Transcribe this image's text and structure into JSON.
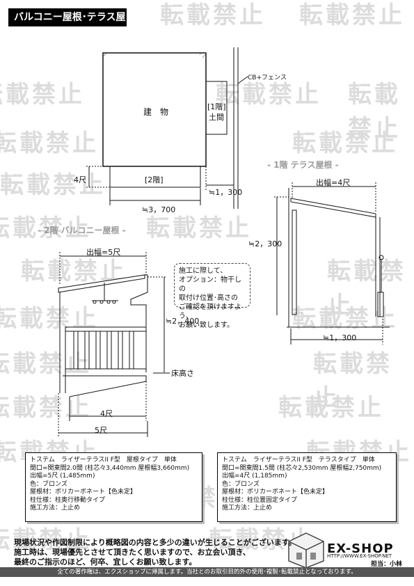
{
  "header": {
    "title": "バルコニー屋根･テラス屋根"
  },
  "watermark": {
    "text": "転載禁止"
  },
  "sections": {
    "terrace": "- 1階 テラス屋根 -",
    "balcony": "- 2階 バルコニー屋根 -"
  },
  "plan": {
    "building": "建　物",
    "first_floor": "[1階]",
    "dirt_floor": "土間",
    "second_floor": "[2階]",
    "fence": "CB+フェンス",
    "dim_4shaku": "4尺",
    "dim_width": "≒3，700",
    "dim_1300": "≒1，300"
  },
  "terrace": {
    "projection": "出幅=4尺",
    "height": "≒2，300",
    "bottom": "≒1，300"
  },
  "balcony": {
    "projection": "出幅=5尺",
    "height": "≒2，400",
    "floor_height": "床高さ",
    "dim_4shaku": "4尺",
    "dim_5shaku": "5尺"
  },
  "note": {
    "lines": [
      "施工に際して、",
      "オプション：物干しの",
      "取付け位置･高さの",
      "ご確認を頂けますよう、",
      "お願い致します。"
    ]
  },
  "spec_left": {
    "lines": [
      "トステム　ライザーテラスII F型　屋根タイプ　単体",
      "間口=関東間2.0間 (柱芯々3,440mm 屋根幅3,660mm)",
      "出幅=5尺 (1,485mm)",
      "色：ブロンズ",
      "屋根材：ポリカーボネート【色未定】",
      "柱仕様：柱奥行移動タイプ",
      "施工方法：上止め"
    ]
  },
  "spec_right": {
    "lines": [
      "トステム　ライザーテラスII F型　テラスタイプ　単体",
      "間口=関東間1.5間 (柱芯々2,530mm 屋根幅2,750mm)",
      "出幅=4尺 (1,185mm)",
      "色：ブロンズ",
      "屋根材：ポリカーボネート【色未定】",
      "柱仕様：柱位置固定タイプ",
      "施工方法：上止め"
    ]
  },
  "footer": {
    "lines": [
      "現場状況や作図制限により概略図の内容と多少の違いが生じることがございます。",
      "施工時は、現場優先とさせて頂きたく思いますので、お立会い頂き、",
      "最終のご指示のほど、何卒、宜しくお願い致します。"
    ],
    "logo": "EX-SHOP",
    "url": "HTTP://WWW.EX-SHOP.NET",
    "staff": "担当：小林",
    "copyright": "全ての著作権は、エクスショップに帰属します。当社とのお取引目的外の使用･複製･転載禁止となっております。"
  }
}
